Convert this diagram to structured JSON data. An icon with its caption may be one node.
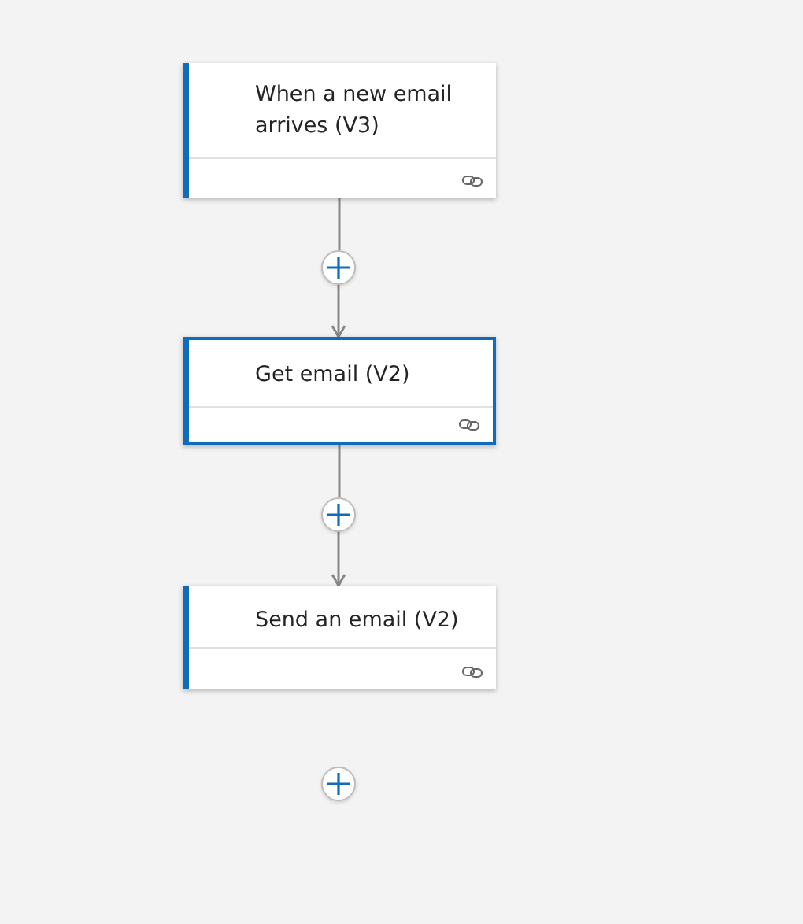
{
  "diagram": {
    "nodes": [
      {
        "text": [
          "When a new email arrives (V3)"
        ]
      },
      {
        "text": [],
        "shape": "circle"
      },
      {
        "text": [
          "Get email (V2)"
        ]
      },
      {
        "text": [],
        "shape": "circle"
      },
      {
        "text": [
          "Send an email (V2)"
        ]
      },
      {
        "text": [],
        "shape": "circle"
      }
    ],
    "edges": [
      {
        "from": 0,
        "to": 1,
        "arrow": "none"
      },
      {
        "from": 1,
        "to": 2,
        "arrow": "to"
      },
      {
        "from": 2,
        "to": 3,
        "arrow": "none"
      },
      {
        "from": 3,
        "to": 4,
        "arrow": "to"
      }
    ]
  }
}
